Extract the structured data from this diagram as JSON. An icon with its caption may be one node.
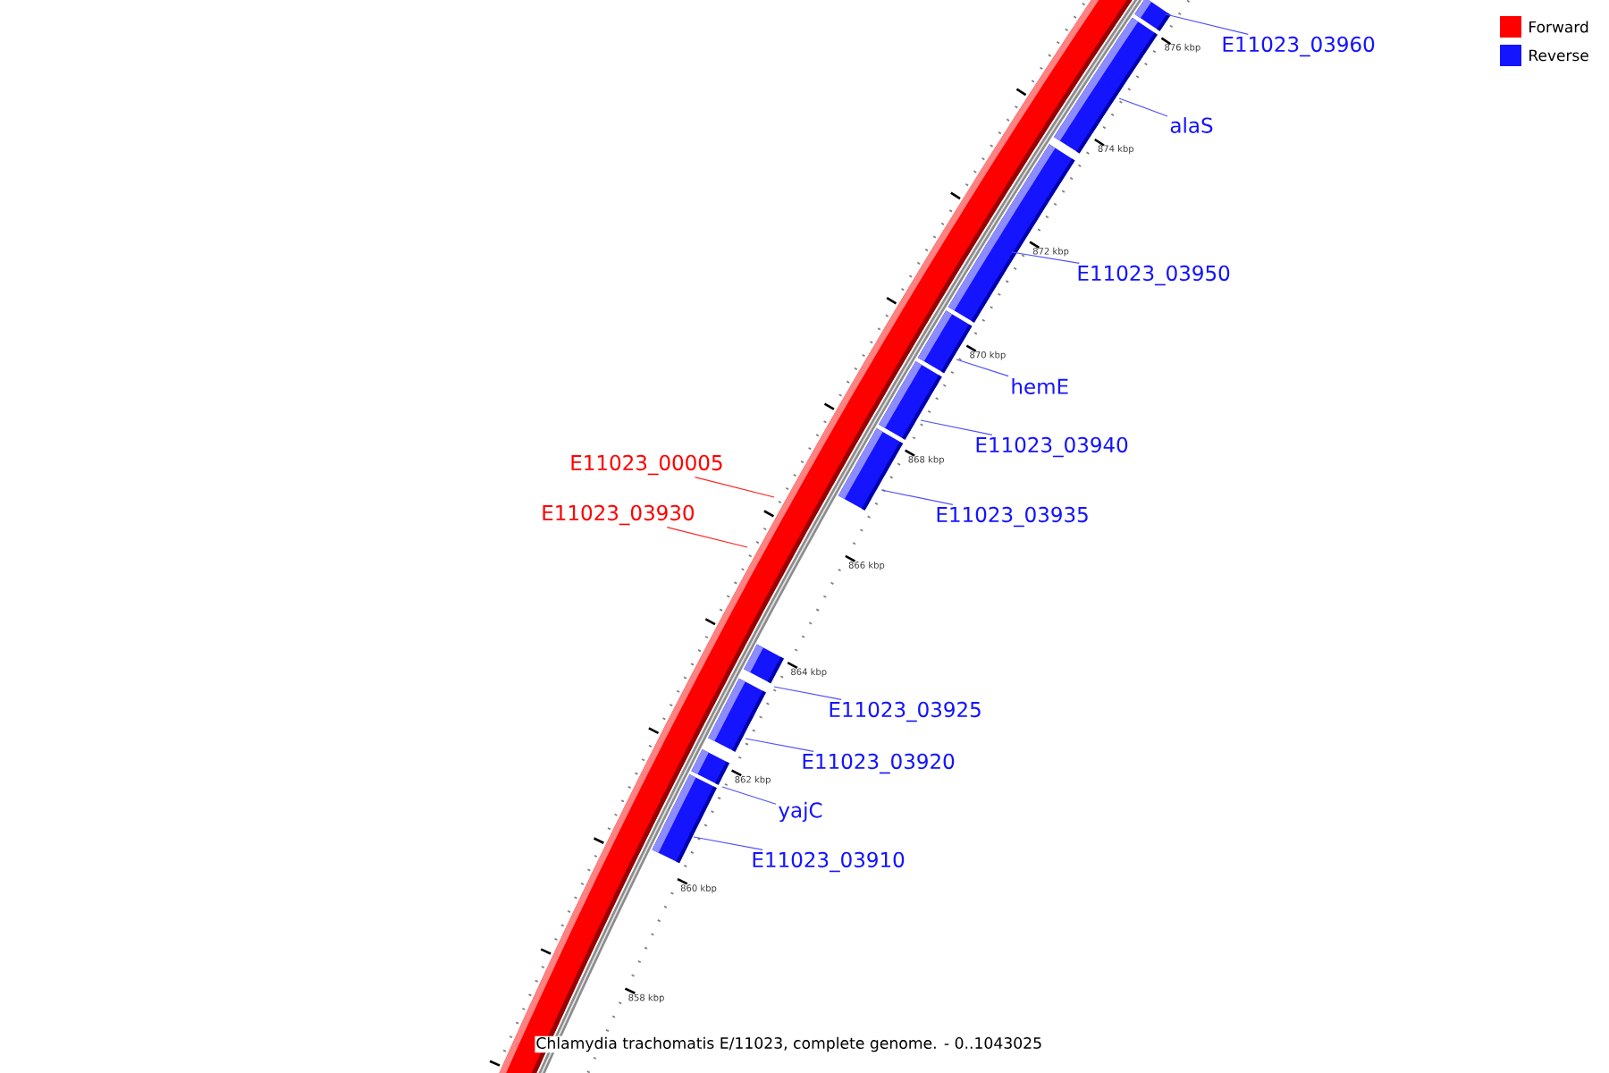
{
  "diagram": {
    "caption": "Chlamydia trachomatis E/11023, complete genome. - 0..1043025",
    "nodes": [
      {
        "text": [
          "E11023_03960"
        ]
      },
      {
        "text": [
          "alaS"
        ]
      },
      {
        "text": [
          "E11023_03950"
        ]
      },
      {
        "text": [
          "hemE"
        ]
      },
      {
        "text": [
          "E11023_03940"
        ]
      },
      {
        "text": [
          "E11023_00005"
        ]
      },
      {
        "text": [
          "E11023_03930"
        ]
      },
      {
        "text": [
          "E11023_03935"
        ]
      },
      {
        "text": [
          "E11023_03925"
        ]
      },
      {
        "text": [
          "E11023_03920"
        ]
      },
      {
        "text": [
          "yajC"
        ]
      },
      {
        "text": [
          "E11023_03910"
        ]
      },
      {
        "text": [],
        "shape": "bar"
      },
      {
        "text": [],
        "shape": "bar"
      },
      {
        "text": [],
        "shape": "bar"
      },
      {
        "text": [],
        "shape": "bar"
      },
      {
        "text": [],
        "shape": "bar"
      },
      {
        "text": [],
        "shape": "bar"
      },
      {
        "text": [],
        "shape": "bar"
      },
      {
        "text": [],
        "shape": "bar"
      },
      {
        "text": [],
        "shape": "bar"
      },
      {
        "text": [],
        "shape": "bar"
      }
    ],
    "edges": [
      {
        "from": 0,
        "to": 12,
        "arrow": "none"
      },
      {
        "from": 1,
        "to": 13,
        "arrow": "none"
      },
      {
        "from": 2,
        "to": 14,
        "arrow": "none"
      },
      {
        "from": 3,
        "to": 15,
        "arrow": "none"
      },
      {
        "from": 4,
        "to": 16,
        "arrow": "none"
      },
      {
        "from": 5,
        "to": null,
        "arrow": "none",
        "color": "#ff2020"
      },
      {
        "from": 6,
        "to": null,
        "arrow": "none",
        "color": "#ff2020"
      },
      {
        "from": 7,
        "to": 17,
        "arrow": "none"
      },
      {
        "from": 8,
        "to": 18,
        "arrow": "none"
      },
      {
        "from": 9,
        "to": 19,
        "arrow": "none"
      },
      {
        "from": 10,
        "to": 20,
        "arrow": "none"
      },
      {
        "from": 11,
        "to": 21,
        "arrow": "none"
      }
    ],
    "labels": [
      "876 kbp",
      "874 kbp",
      "872 kbp",
      "870 kbp",
      "868 kbp",
      "866 kbp",
      "864 kbp",
      "862 kbp",
      "860 kbp",
      "858 kbp"
    ],
    "legend": [
      {
        "text": "Forward",
        "color": "#ff0000"
      },
      {
        "text": "Reverse",
        "color": "#1414ff"
      }
    ]
  }
}
